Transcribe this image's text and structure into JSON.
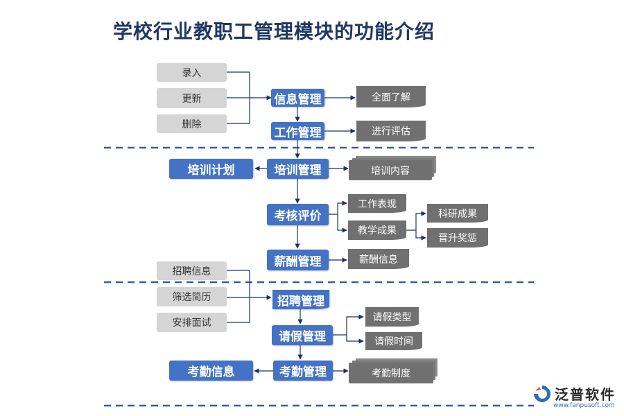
{
  "title": "学校行业教职工管理模块的功能介绍",
  "nodes": {
    "input_entry": "录入",
    "input_update": "更新",
    "input_delete": "删除",
    "info_mgmt": "信息管理",
    "overview": "全面了解",
    "work_mgmt": "工作管理",
    "evaluate": "进行评估",
    "training_plan": "培训计划",
    "training_mgmt": "培训管理",
    "training_content": "培训内容",
    "assessment": "考核评价",
    "work_performance": "工作表现",
    "teaching_results": "教学成果",
    "research_results": "科研成果",
    "promotion": "晋升奖惩",
    "salary_mgmt": "薪酬管理",
    "salary_info": "薪酬信息",
    "recruit_info": "招聘信息",
    "screen_resume": "筛选简历",
    "arrange_interview": "安排面试",
    "recruit_mgmt": "招聘管理",
    "leave_mgmt": "请假管理",
    "leave_type": "请假类型",
    "leave_time": "请假时间",
    "attendance_info": "考勤信息",
    "attendance_mgmt": "考勤管理",
    "attendance_rules": "考勤制度"
  },
  "logo": {
    "brand": "泛普软件",
    "url": "www.fanpusoft.com"
  },
  "colors": {
    "primary": "#4472c4",
    "secondary": "#707070",
    "input": "#d5d5d5",
    "line": "#1f2f6b",
    "title": "#1f3763"
  }
}
